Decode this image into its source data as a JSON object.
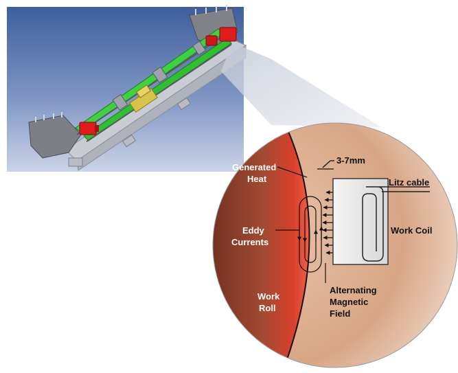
{
  "render_panel": {
    "caption": ""
  },
  "detail_view": {
    "labels": {
      "generated_heat": [
        "Generated",
        "Heat"
      ],
      "eddy_currents": [
        "Eddy",
        "Currents"
      ],
      "work_roll": [
        "Work",
        "Roll"
      ],
      "gap": "3-7mm",
      "litz_cable": "Litz cable",
      "work_coil": "Work Coil",
      "magnetic_field": [
        "Alternating",
        "Magnetic",
        "Field"
      ]
    }
  },
  "colors": {
    "sky_top": "#3d5f9c",
    "sky_bottom": "#c9d3e7",
    "roll_dark": "#7a3524",
    "roll_hot": "#e8362a",
    "background_warm": "#d9a98a",
    "beam_green": "#33cc33",
    "motor_red": "#e01b1b",
    "coil_box": "#e8e8e8"
  }
}
